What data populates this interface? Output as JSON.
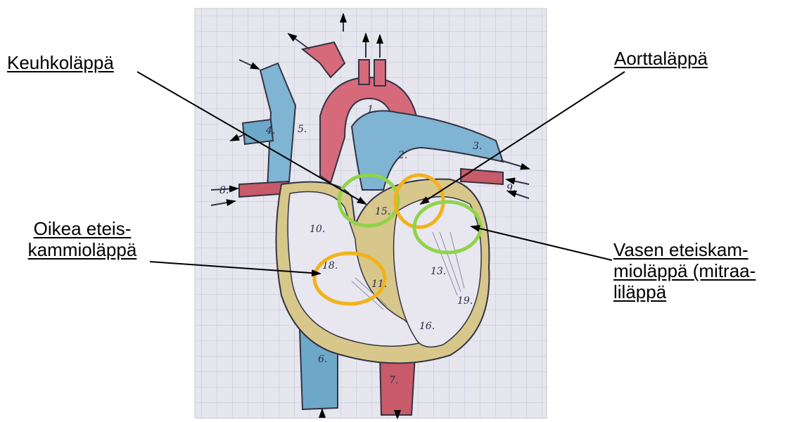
{
  "labels": {
    "keuhkolappa": [
      "Keuhkoläppä"
    ],
    "aorttalappa": [
      "Aorttaläppä"
    ],
    "oikea": [
      "Oikea eteis-",
      "kammioläppä"
    ],
    "vasen": [
      "Vasen eteiskam-",
      "mioläppä (mitraa-",
      "liläppä"
    ]
  },
  "drawing_numbers": [
    "1.",
    "2.",
    "3.",
    "4.",
    "5.",
    "6.",
    "7.",
    "8.",
    "9.",
    "10.",
    "11.",
    "13.",
    "15.",
    "16.",
    "18.",
    "19."
  ],
  "colors": {
    "paper": "#e6e6ee",
    "grid": "#b9bccf",
    "artery_red": "#c85a6a",
    "vein_blue": "#6ea8c8",
    "heart_wall": "#c9b56a",
    "ring_green": "#8fd44a",
    "ring_orange": "#f2b21a"
  }
}
